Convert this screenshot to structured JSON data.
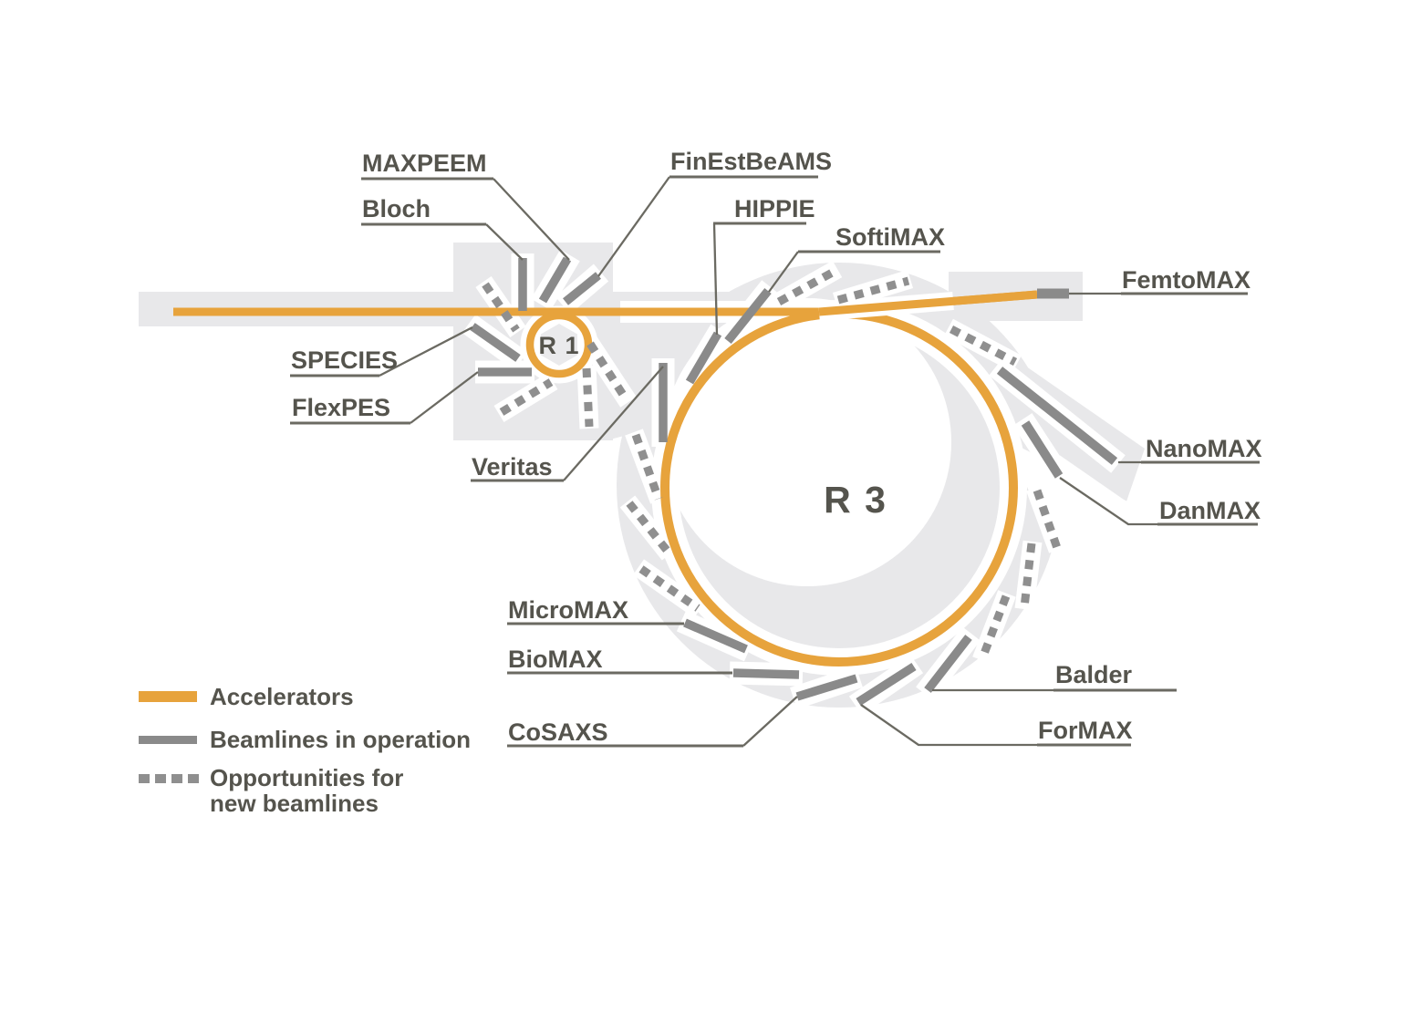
{
  "rings": {
    "r1": "R 1",
    "r3": "R 3"
  },
  "beamlines": {
    "maxpeem": {
      "label": "MAXPEEM"
    },
    "bloch": {
      "label": "Bloch"
    },
    "finestbeams": {
      "label": "FinEstBeAMS"
    },
    "hippie": {
      "label": "HIPPIE"
    },
    "softimax": {
      "label": "SoftiMAX"
    },
    "femtomax": {
      "label": "FemtoMAX"
    },
    "species": {
      "label": "SPECIES"
    },
    "flexpes": {
      "label": "FlexPES"
    },
    "veritas": {
      "label": "Veritas"
    },
    "nanomax": {
      "label": "NanoMAX"
    },
    "danmax": {
      "label": "DanMAX"
    },
    "micromax": {
      "label": "MicroMAX"
    },
    "biomax": {
      "label": "BioMAX"
    },
    "cosaxs": {
      "label": "CoSAXS"
    },
    "balder": {
      "label": "Balder"
    },
    "formax": {
      "label": "ForMAX"
    }
  },
  "legend": {
    "accelerators": "Accelerators",
    "in_operation": "Beamlines in operation",
    "opportunities_line1": "Opportunities for",
    "opportunities_line2": "new beamlines"
  },
  "colors": {
    "accelerator_orange": "#E7A33C",
    "beamline_gray": "#8A8A8A",
    "opportunity_gray": "#8F8F8F",
    "footprint_gray": "#E8E8EA",
    "label_dark": "#55544D",
    "leader_gray": "#6B6A62"
  }
}
